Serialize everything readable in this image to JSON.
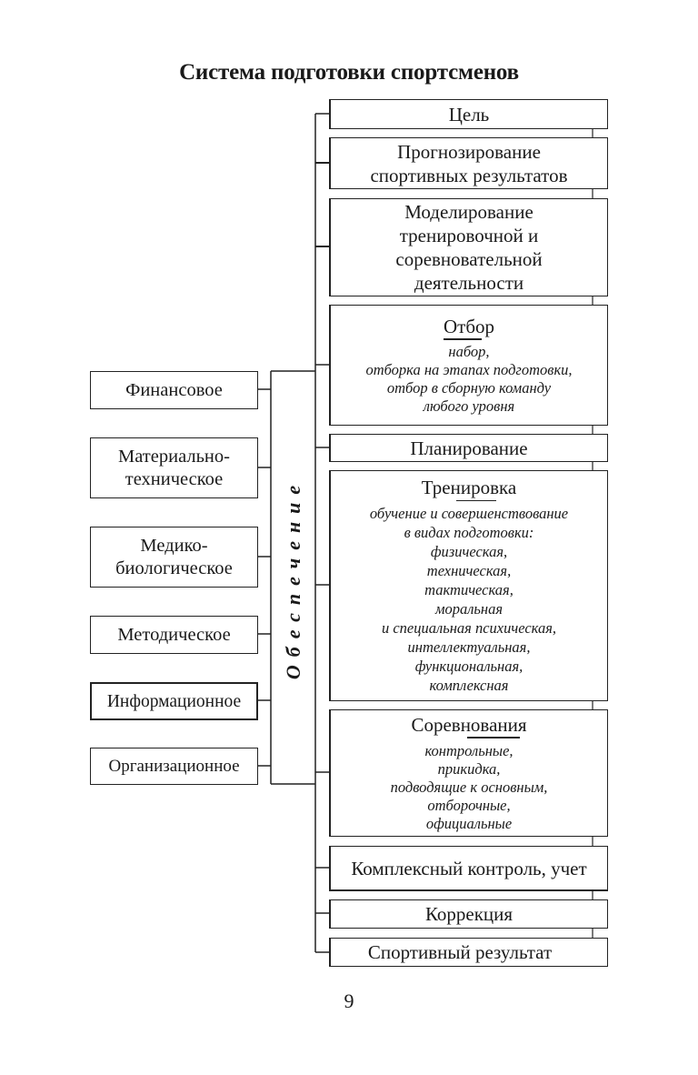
{
  "title": "Система подготовки спортсменов",
  "main_stages": [
    {
      "head": "Цель",
      "items": []
    },
    {
      "head": "Прогнозирование спортивных результатов",
      "items": []
    },
    {
      "head": "Моделирование тренировочной и соревновательной деятельности",
      "items": []
    },
    {
      "head": "Отбор",
      "items": [
        "набор,",
        "отборка на этапах подготовки,",
        "отбор в сборную команду",
        "любого уровня"
      ]
    },
    {
      "head": "Планирование",
      "items": []
    },
    {
      "head": "Тренировка",
      "items": [
        "обучение и совершенствование",
        "в видах подготовки:",
        "физическая,",
        "техническая,",
        "тактическая,",
        "моральная",
        "и специальная психическая,",
        "интеллектуальная,",
        "функциональная,",
        "комплексная"
      ]
    },
    {
      "head": "Соревнования",
      "items": [
        "контрольные,",
        "прикидка,",
        "подводящие к основным,",
        "отборочные,",
        "официальные"
      ]
    },
    {
      "head": "Комплексный контроль, учет",
      "items": []
    },
    {
      "head": "Коррекция",
      "items": []
    },
    {
      "head": "Спортивный результат",
      "items": []
    }
  ],
  "support_label": "Обеспечение",
  "support_types": [
    "Финансовое",
    "Материально-техническое",
    "Медико-биологическое",
    "Методическое",
    "Информационное",
    "Организационное"
  ],
  "page_number": "9"
}
